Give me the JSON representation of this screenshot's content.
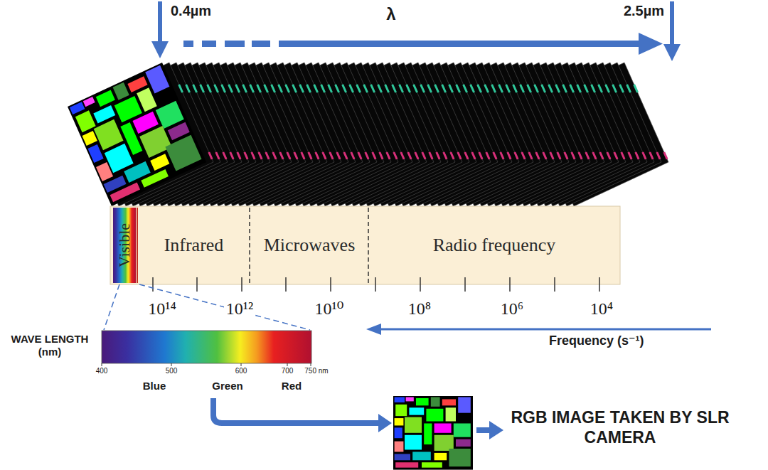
{
  "diagram": {
    "nodes": [
      {
        "text": [
          "Visible"
        ]
      },
      {
        "text": [
          "Infrared"
        ]
      },
      {
        "text": [
          "Microwaves"
        ]
      },
      {
        "text": [
          "Radio frequency"
        ]
      }
    ],
    "labels": [
      "0.4µm",
      "λ",
      "2.5µm",
      "10¹⁴",
      "10¹²",
      "10¹⁰",
      "10⁸",
      "10⁶",
      "10⁴",
      "Frequency (s⁻¹)",
      "WAVE LENGTH (nm)",
      "400",
      "500",
      "600",
      "700",
      "750 nm",
      "Blue",
      "Green",
      "Red",
      "RGB IMAGE TAKEN BY SLR CAMERA"
    ]
  }
}
